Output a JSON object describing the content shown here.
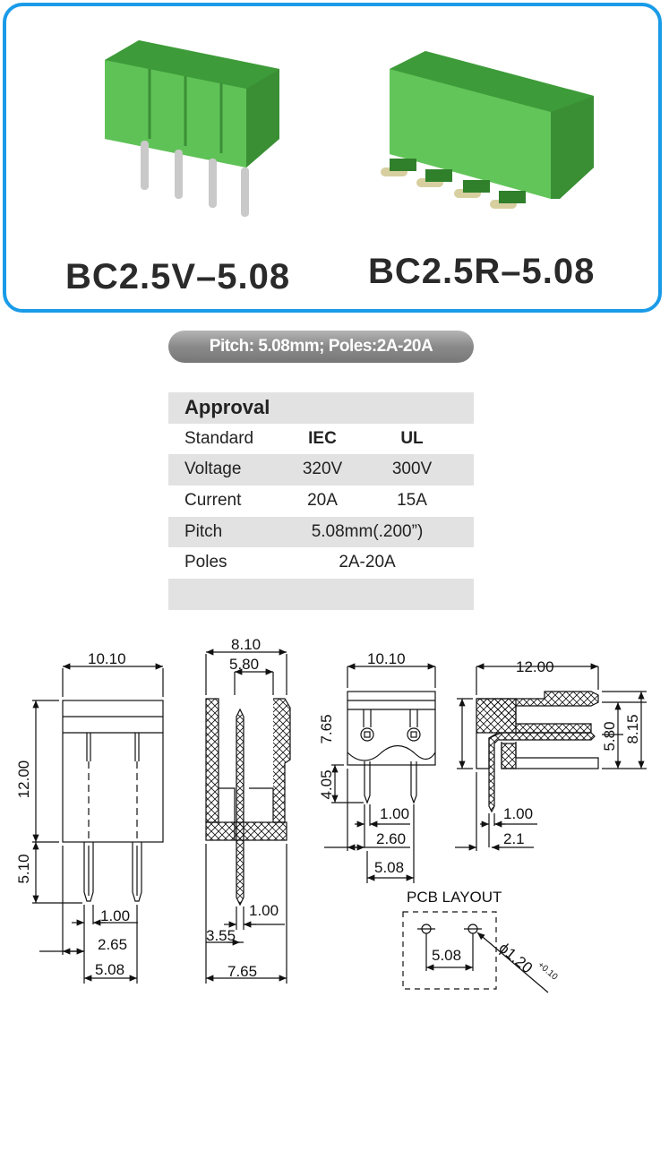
{
  "products": [
    {
      "model": "BC2.5V–5.08",
      "color": "#4db548"
    },
    {
      "model": "BC2.5R–5.08",
      "color": "#4db548"
    }
  ],
  "spec_banner": "Pitch: 5.08mm;  Poles:2A-20A",
  "approval": {
    "title": "Approval",
    "rows": [
      {
        "label": "Standard",
        "iec": "IEC",
        "ul": "UL"
      },
      {
        "label": "Voltage",
        "iec": "320V",
        "ul": "300V"
      },
      {
        "label": "Current",
        "iec": "20A",
        "ul": "15A"
      },
      {
        "label": "Pitch",
        "value": "5.08mm(.200”)"
      },
      {
        "label": "Poles",
        "value": "2A-20A"
      }
    ]
  },
  "drawings": {
    "vertical_front": {
      "width": "10.10",
      "height": "12.00",
      "pin_length": "5.10",
      "pin": "1.00",
      "offset": "2.65",
      "pitch": "5.08"
    },
    "vertical_side": {
      "width": "8.10",
      "inner": "5.80",
      "pin": "1.00",
      "offset": "3.55",
      "depth": "7.65"
    },
    "right_angle_front": {
      "width": "10.10",
      "height": "7.65",
      "pin_length": "4.05",
      "pin": "1.00",
      "offset": "2.60",
      "pitch": "5.08"
    },
    "right_angle_side": {
      "length": "12.00",
      "h1": "5.80",
      "h2": "8.15",
      "pin": "1.00",
      "offset": "2.1"
    },
    "pcb_layout": {
      "title": "PCB LAYOUT",
      "pitch": "5.08",
      "hole": "ϕ1.20",
      "tolerance": "+0.10"
    }
  }
}
